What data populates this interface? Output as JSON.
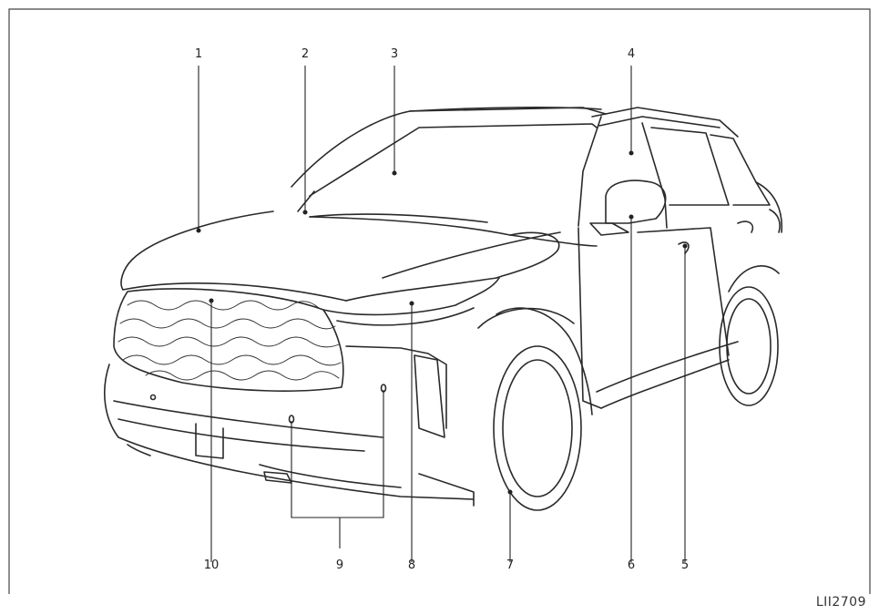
{
  "callouts": [
    {
      "n": "1"
    },
    {
      "n": "2"
    },
    {
      "n": "3"
    },
    {
      "n": "4"
    },
    {
      "n": "5"
    },
    {
      "n": "6"
    },
    {
      "n": "7"
    },
    {
      "n": "8"
    },
    {
      "n": "9"
    },
    {
      "n": "10"
    }
  ],
  "figure_code": "LII2709",
  "colors": {
    "line": "#2a2a2a",
    "frame": "#444444"
  }
}
